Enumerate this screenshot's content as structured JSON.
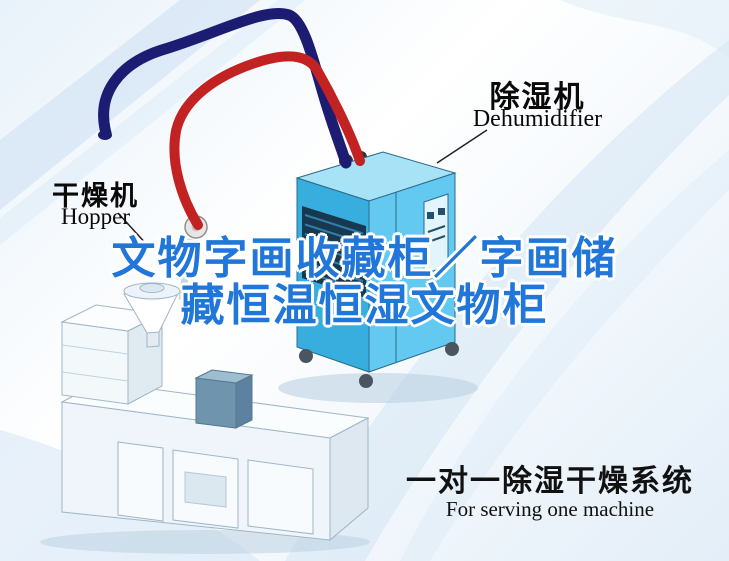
{
  "machine_labels": {
    "dehumidifier_cn": "除湿机",
    "dehumidifier_en": "Dehumidifier",
    "hopper_cn": "干燥机",
    "hopper_en": "Hopper"
  },
  "title": {
    "line1": "文物字画收藏柜／字画储",
    "line2": "藏恒温恒湿文物柜"
  },
  "caption": {
    "cn": "一对一除湿干燥系统",
    "en": "For serving one machine"
  },
  "colors": {
    "title_blue": "#2176d9",
    "pipe_navy": "#1c1c72",
    "pipe_red": "#c32222",
    "machine_front_blue": "#38aede",
    "machine_side_blue": "#63c9f0",
    "machine_top_blue": "#a8e2f7",
    "background_tint": "#cfe2f3"
  }
}
